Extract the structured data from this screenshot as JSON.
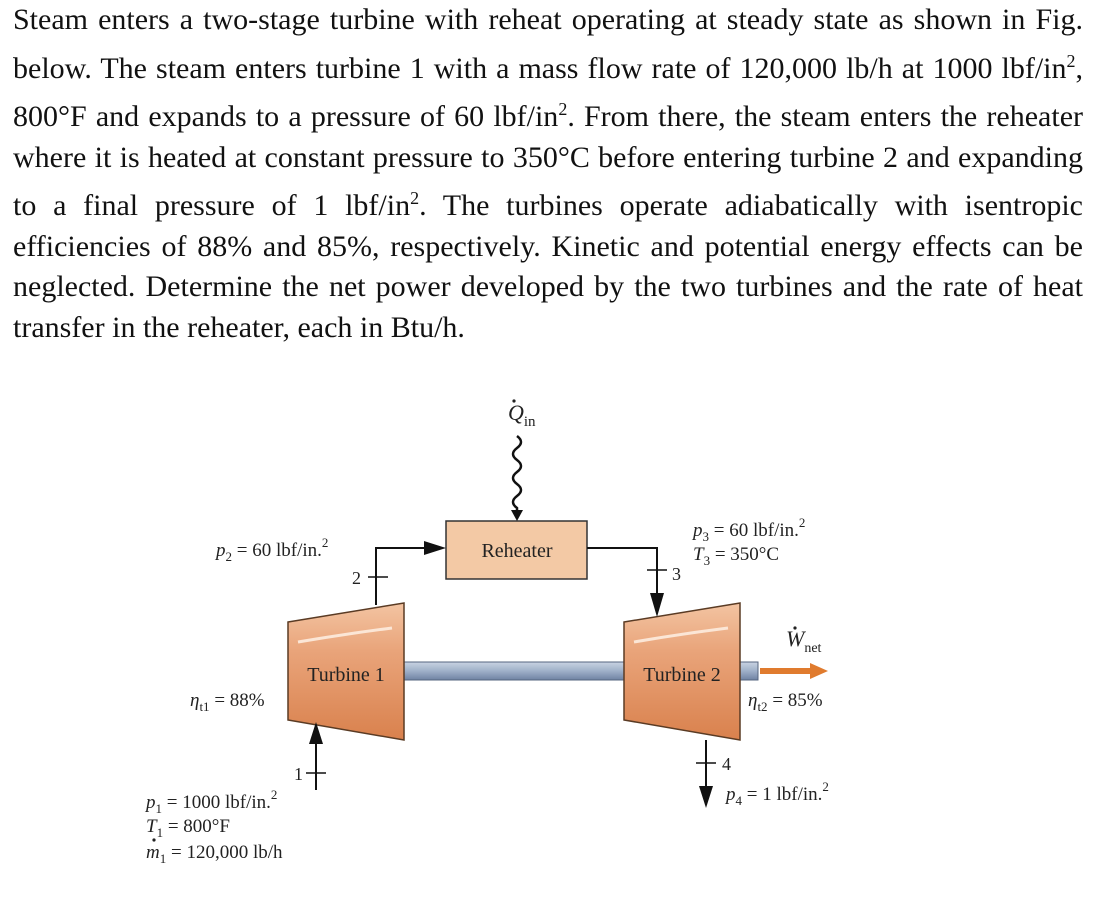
{
  "problem": {
    "text_pre": "Steam enters a two-stage turbine with reheat operating at steady state as shown in Fig. below. The steam enters turbine 1 with a mass flow rate of 120,000 lb/h at 1000 lbf/in",
    "sup1": "2",
    "text_mid1": ", 800°F and expands to a pressure of 60 lbf/in",
    "sup2": "2",
    "text_mid2": ". From there, the steam enters the reheater where it is heated at constant pressure to 350°C before entering turbine 2 and expanding to a final pressure of 1 lbf/in",
    "sup3": "2",
    "text_post": ". The turbines operate adiabatically with isentropic efficiencies of 88% and 85%, respectively. Kinetic and potential energy effects can be neglected. Determine the net power developed by the two turbines and the rate of heat transfer in the reheater, each in Btu/h."
  },
  "diagram": {
    "q_in_symbol": "Q",
    "q_in_sub": "in",
    "reheater_label": "Reheater",
    "turbine1_label": "Turbine 1",
    "turbine2_label": "Turbine 2",
    "w_net_symbol": "W",
    "w_net_sub": "net",
    "state1": "1",
    "state2": "2",
    "state3": "3",
    "state4": "4",
    "p2_text": "p",
    "p2_sub": "2",
    "p2_value": " = 60 lbf/in.",
    "p2_sup": "2",
    "p3_text": "p",
    "p3_sub": "3",
    "p3_value": " = 60 lbf/in.",
    "p3_sup": "2",
    "t3_text": "T",
    "t3_sub": "3",
    "t3_value": " = 350°C",
    "eta1_text": "η",
    "eta1_sub": "t1",
    "eta1_value": " = 88%",
    "eta2_text": "η",
    "eta2_sub": "t2",
    "eta2_value": " = 85%",
    "p1_text": "p",
    "p1_sub": "1",
    "p1_value": " = 1000 lbf/in.",
    "p1_sup": "2",
    "t1_text": "T",
    "t1_sub": "1",
    "t1_value": " = 800°F",
    "m1_text": "m",
    "m1_sub": "1",
    "m1_value": " = 120,000 lb/h",
    "p4_text": "p",
    "p4_sub": "4",
    "p4_value": " = 1 lbf/in.",
    "p4_sup": "2"
  },
  "colors": {
    "turbine_fill": "#e39a6b",
    "reheater_fill": "#f3c9a5",
    "shaft_fill": "#9fb0c8",
    "work_arrow": "#e07b2e"
  }
}
